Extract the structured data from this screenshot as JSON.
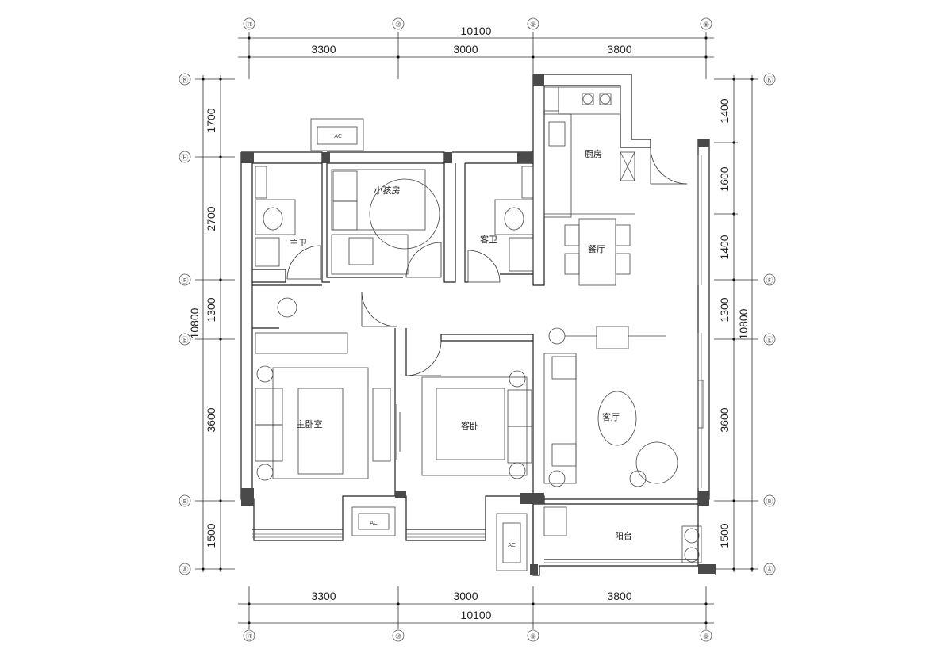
{
  "axes_top": [
    "⑪",
    "⑩",
    "⑨",
    "⑧"
  ],
  "axes_bottom": [
    "⑪",
    "⑩",
    "⑨",
    "⑧"
  ],
  "axes_left": [
    "Ⓚ",
    "Ⓗ",
    "Ⓕ",
    "Ⓔ",
    "Ⓑ",
    "Ⓐ"
  ],
  "axes_right": [
    "Ⓚ",
    "Ⓕ",
    "Ⓔ",
    "Ⓑ",
    "Ⓐ"
  ],
  "dims_top": {
    "total": "10100",
    "d1": "3300",
    "d2": "3000",
    "d3": "3800"
  },
  "dims_bottom": {
    "total": "10100",
    "d1": "3300",
    "d2": "3000",
    "d3": "3800"
  },
  "dims_left": {
    "total": "10800",
    "d1": "1700",
    "d2": "2700",
    "d3": "1300",
    "d4": "3600",
    "d5": "1500"
  },
  "dims_right": {
    "total": "10800",
    "d1": "1400",
    "d2": "1600",
    "d3": "1400",
    "d4": "1300",
    "d5": "3600",
    "d6": "1500"
  },
  "rooms": {
    "kitchen": "厨房",
    "child_room": "小孩房",
    "master_bath": "主卫",
    "guest_bath": "客卫",
    "dining": "餐厅",
    "master_bedroom": "主卧室",
    "guest_bedroom": "客卧",
    "living": "客厅",
    "balcony": "阳台"
  },
  "ac_label": "AC"
}
